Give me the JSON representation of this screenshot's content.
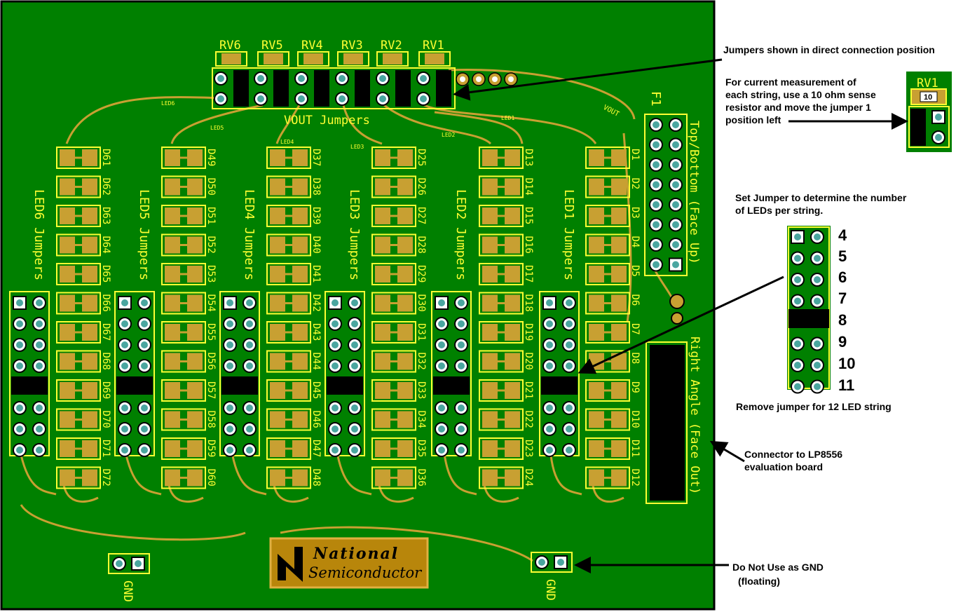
{
  "board": {
    "pot_labels": [
      "RV6",
      "RV5",
      "RV4",
      "RV3",
      "RV2",
      "RV1"
    ],
    "vout_jumpers_label": "VOUT Jumpers",
    "vout_net": "VOUT",
    "trace_nets": [
      "LED6",
      "LED5",
      "LED4",
      "LED3",
      "LED2",
      "LED1"
    ],
    "led_groups": [
      {
        "label": "LED6 Jumpers",
        "diodes": [
          "D61",
          "D62",
          "D63",
          "D64",
          "D65",
          "D66",
          "D67",
          "D68",
          "D69",
          "D70",
          "D71",
          "D72"
        ]
      },
      {
        "label": "LED5 Jumpers",
        "diodes": [
          "D49",
          "D50",
          "D51",
          "D52",
          "D53",
          "D54",
          "D55",
          "D56",
          "D57",
          "D58",
          "D59",
          "D60"
        ]
      },
      {
        "label": "LED4 Jumpers",
        "diodes": [
          "D37",
          "D38",
          "D39",
          "D40",
          "D41",
          "D42",
          "D43",
          "D44",
          "D45",
          "D46",
          "D47",
          "D48"
        ]
      },
      {
        "label": "LED3 Jumpers",
        "diodes": [
          "D25",
          "D26",
          "D27",
          "D28",
          "D29",
          "D30",
          "D31",
          "D32",
          "D33",
          "D34",
          "D35",
          "D36"
        ]
      },
      {
        "label": "LED2 Jumpers",
        "diodes": [
          "D13",
          "D14",
          "D15",
          "D16",
          "D17",
          "D18",
          "D19",
          "D20",
          "D21",
          "D22",
          "D23",
          "D24"
        ]
      },
      {
        "label": "LED1 Jumpers",
        "diodes": [
          "D1",
          "D2",
          "D3",
          "D4",
          "D5",
          "D6",
          "D7",
          "D8",
          "D9",
          "D10",
          "D11",
          "D12"
        ]
      }
    ],
    "connector_label": "F1",
    "top_bottom_label": "Top/Bottom (Face Up)",
    "right_angle_label": "Right Angle (Face Out)",
    "gnd_label": "GND",
    "logo_line1": "National",
    "logo_line2": "Semiconductor"
  },
  "annotations": {
    "jumpers_direct": "Jumpers shown in direct connection position",
    "current_measurement": [
      "For current measurement of",
      "each string, use a 10 ohm sense",
      "resistor and move the jumper 1",
      "position left"
    ],
    "rv1_label": "RV1",
    "sense_resistor_value": "10",
    "set_jumper": [
      "Set Jumper to determine the number",
      "of LEDs per string."
    ],
    "led_counts": [
      "4",
      "5",
      "6",
      "7",
      "8",
      "9",
      "10",
      "11"
    ],
    "remove_jumper": "Remove jumper for 12 LED string",
    "connector_note": [
      "Connector to LP8556",
      "evaluation board"
    ],
    "gnd_note": [
      "Do Not Use as GND",
      "(floating)"
    ]
  },
  "colors": {
    "board": "#008000",
    "pad": "#c8a032",
    "silk": "#ffff33",
    "via": "#4aa6a0",
    "jumper": "#000000"
  }
}
